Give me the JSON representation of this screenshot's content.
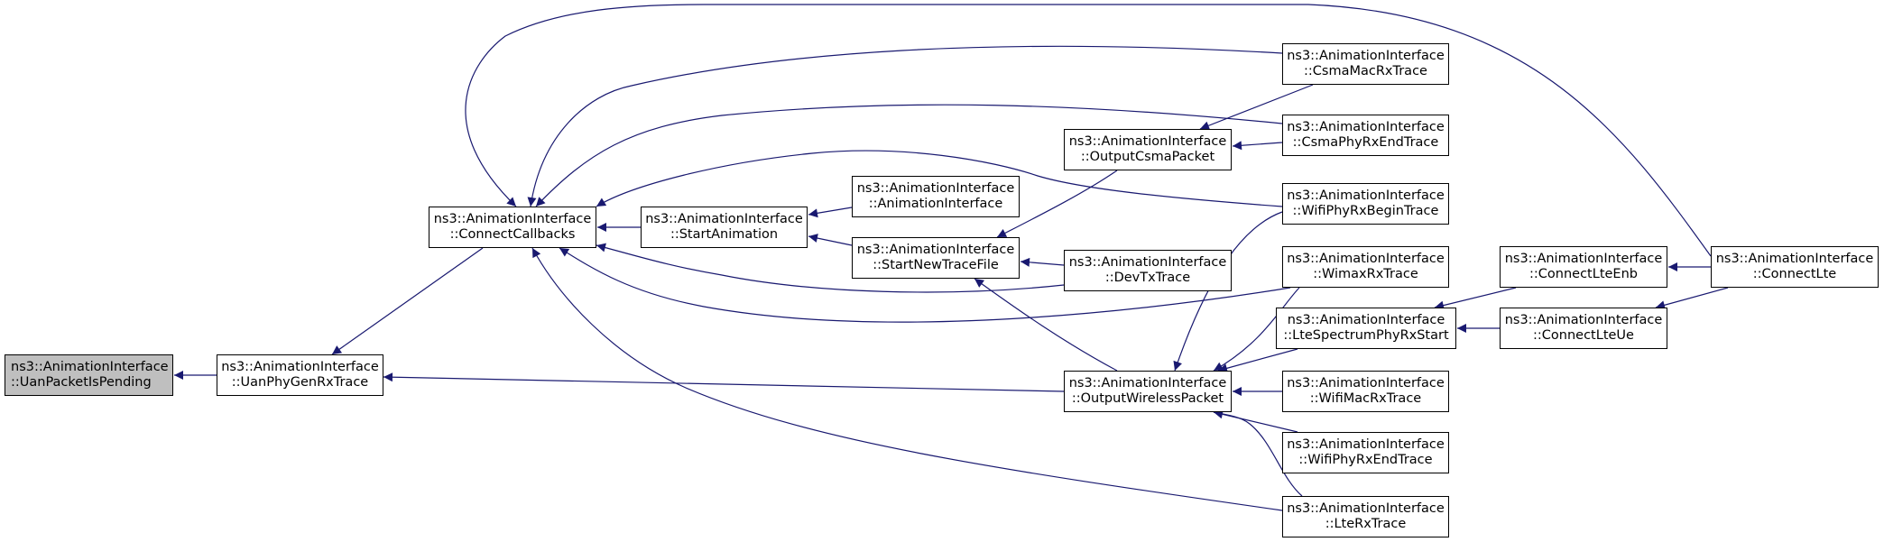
{
  "graph": {
    "edge_color": "#191970",
    "focus_fill": "#bfbfbf",
    "nodes": {
      "uanPacketIsPending": {
        "line1": "ns3::AnimationInterface",
        "line2": "::UanPacketIsPending"
      },
      "uanPhyGenRxTrace": {
        "line1": "ns3::AnimationInterface",
        "line2": "::UanPhyGenRxTrace"
      },
      "connectCallbacks": {
        "line1": "ns3::AnimationInterface",
        "line2": "::ConnectCallbacks"
      },
      "startAnimation": {
        "line1": "ns3::AnimationInterface",
        "line2": "::StartAnimation"
      },
      "animationInterface": {
        "line1": "ns3::AnimationInterface",
        "line2": "::AnimationInterface"
      },
      "startNewTraceFile": {
        "line1": "ns3::AnimationInterface",
        "line2": "::StartNewTraceFile"
      },
      "outputCsmaPacket": {
        "line1": "ns3::AnimationInterface",
        "line2": "::OutputCsmaPacket"
      },
      "devTxTrace": {
        "line1": "ns3::AnimationInterface",
        "line2": "::DevTxTrace"
      },
      "outputWirelessPacket": {
        "line1": "ns3::AnimationInterface",
        "line2": "::OutputWirelessPacket"
      },
      "csmaMacRxTrace": {
        "line1": "ns3::AnimationInterface",
        "line2": "::CsmaMacRxTrace"
      },
      "csmaPhyRxEndTrace": {
        "line1": "ns3::AnimationInterface",
        "line2": "::CsmaPhyRxEndTrace"
      },
      "wifiPhyRxBeginTrace": {
        "line1": "ns3::AnimationInterface",
        "line2": "::WifiPhyRxBeginTrace"
      },
      "wimaxRxTrace": {
        "line1": "ns3::AnimationInterface",
        "line2": "::WimaxRxTrace"
      },
      "lteSpectrumPhyRxStart": {
        "line1": "ns3::AnimationInterface",
        "line2": "::LteSpectrumPhyRxStart"
      },
      "wifiMacRxTrace": {
        "line1": "ns3::AnimationInterface",
        "line2": "::WifiMacRxTrace"
      },
      "wifiPhyRxEndTrace": {
        "line1": "ns3::AnimationInterface",
        "line2": "::WifiPhyRxEndTrace"
      },
      "lteRxTrace": {
        "line1": "ns3::AnimationInterface",
        "line2": "::LteRxTrace"
      },
      "connectLteEnb": {
        "line1": "ns3::AnimationInterface",
        "line2": "::ConnectLteEnb"
      },
      "connectLteUe": {
        "line1": "ns3::AnimationInterface",
        "line2": "::ConnectLteUe"
      },
      "connectLte": {
        "line1": "ns3::AnimationInterface",
        "line2": "::ConnectLte"
      }
    },
    "edges": [
      {
        "from": "uanPhyGenRxTrace",
        "to": "uanPacketIsPending"
      },
      {
        "from": "connectCallbacks",
        "to": "uanPhyGenRxTrace"
      },
      {
        "from": "outputWirelessPacket",
        "to": "uanPhyGenRxTrace"
      },
      {
        "from": "startAnimation",
        "to": "connectCallbacks"
      },
      {
        "from": "csmaMacRxTrace",
        "to": "connectCallbacks"
      },
      {
        "from": "csmaPhyRxEndTrace",
        "to": "connectCallbacks"
      },
      {
        "from": "wifiPhyRxBeginTrace",
        "to": "connectCallbacks"
      },
      {
        "from": "devTxTrace",
        "to": "connectCallbacks"
      },
      {
        "from": "wimaxRxTrace",
        "to": "connectCallbacks"
      },
      {
        "from": "lteRxTrace",
        "to": "connectCallbacks"
      },
      {
        "from": "connectLte",
        "to": "connectCallbacks"
      },
      {
        "from": "animationInterface",
        "to": "startAnimation"
      },
      {
        "from": "startNewTraceFile",
        "to": "startAnimation"
      },
      {
        "from": "outputCsmaPacket",
        "to": "startNewTraceFile"
      },
      {
        "from": "devTxTrace",
        "to": "startNewTraceFile"
      },
      {
        "from": "outputWirelessPacket",
        "to": "startNewTraceFile"
      },
      {
        "from": "csmaMacRxTrace",
        "to": "outputCsmaPacket"
      },
      {
        "from": "csmaPhyRxEndTrace",
        "to": "outputCsmaPacket"
      },
      {
        "from": "wifiPhyRxBeginTrace",
        "to": "outputWirelessPacket"
      },
      {
        "from": "wimaxRxTrace",
        "to": "outputWirelessPacket"
      },
      {
        "from": "lteSpectrumPhyRxStart",
        "to": "outputWirelessPacket"
      },
      {
        "from": "wifiMacRxTrace",
        "to": "outputWirelessPacket"
      },
      {
        "from": "wifiPhyRxEndTrace",
        "to": "outputWirelessPacket"
      },
      {
        "from": "lteRxTrace",
        "to": "outputWirelessPacket"
      },
      {
        "from": "connectLteEnb",
        "to": "lteSpectrumPhyRxStart"
      },
      {
        "from": "connectLteUe",
        "to": "lteSpectrumPhyRxStart"
      },
      {
        "from": "connectLte",
        "to": "connectLteEnb"
      },
      {
        "from": "connectLte",
        "to": "connectLteUe"
      }
    ]
  }
}
